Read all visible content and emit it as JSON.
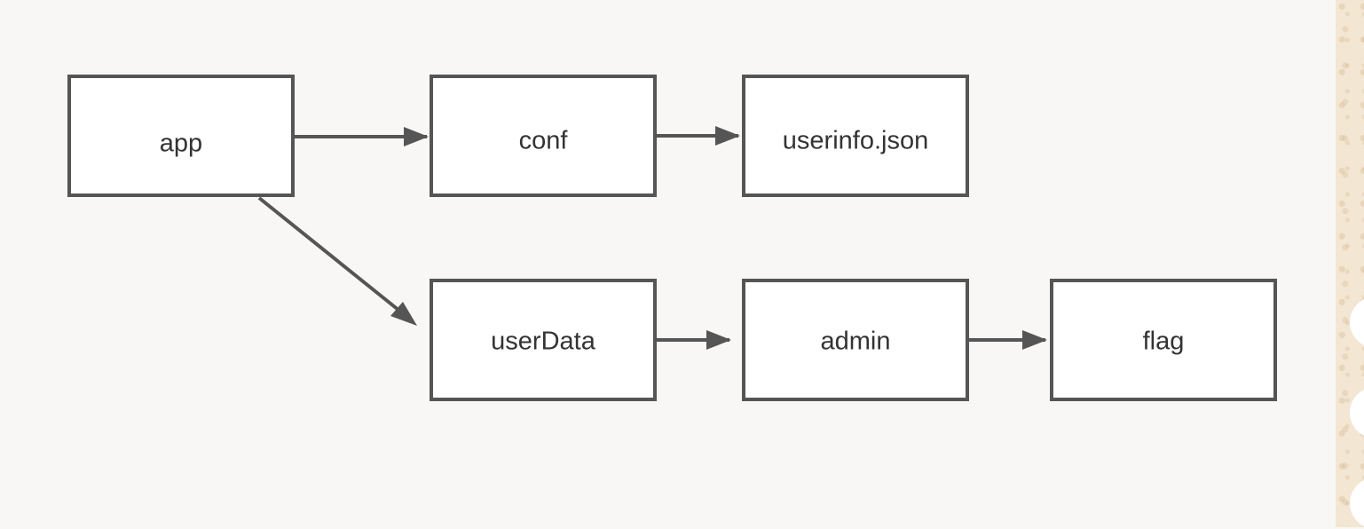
{
  "diagram": {
    "nodes": [
      {
        "id": "app",
        "label": "app"
      },
      {
        "id": "conf",
        "label": "conf"
      },
      {
        "id": "userinfo",
        "label": "userinfo.json"
      },
      {
        "id": "userData",
        "label": "userData"
      },
      {
        "id": "admin",
        "label": "admin"
      },
      {
        "id": "flag",
        "label": "flag"
      }
    ],
    "edges": [
      {
        "from": "app",
        "to": "conf"
      },
      {
        "from": "conf",
        "to": "userinfo"
      },
      {
        "from": "app",
        "to": "userData"
      },
      {
        "from": "userData",
        "to": "admin"
      },
      {
        "from": "admin",
        "to": "flag"
      }
    ],
    "colors": {
      "stroke": "#555555",
      "box_fill": "#ffffff",
      "text": "#333333",
      "background": "#f8f7f5",
      "side_panel": "#f3e6d3"
    }
  },
  "side_panel": {
    "buttons": [
      "blank-circle-button",
      "blank-circle-button",
      "blank-circle-button"
    ]
  }
}
